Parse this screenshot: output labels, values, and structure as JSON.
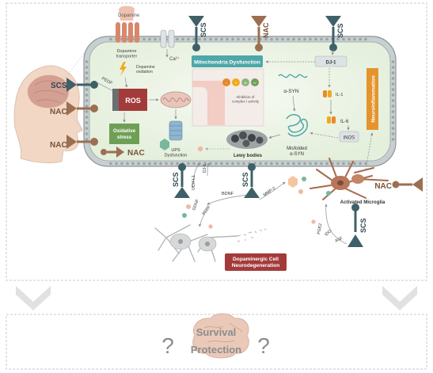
{
  "top": {
    "dopamine": "Dopamine",
    "transporter": "Dopamine transporter",
    "oxidation": "Dopamine oxidation",
    "ca": "Ca²⁺",
    "pede": "PEDF"
  },
  "interventions": {
    "scs": "SCS",
    "nac": "NAC"
  },
  "cell": {
    "ros": "ROS",
    "oxidative_stress": "Oxidative stress",
    "mito_dysfunction": "Mitochondria Dysfunction",
    "complex_inhibition": "Inhibition of complex I activity",
    "ups_dysfunction": "UPS Dysfunction",
    "lewy_bodies": "Lewy bodies",
    "alpha_syn": "α-SYN",
    "misfolded": "Misfolded α-SYN",
    "dj1": "DJ-1",
    "il1": "IL-1",
    "il6": "IL-6",
    "inos": "iNOS",
    "neuroinflammation": "Neuroinflammation"
  },
  "lower": {
    "uch_l1": "UCH-L1",
    "dj1_arrow": "DJ-1",
    "bdnf": "BDNF",
    "gdnf": "GDNF",
    "pedf": "PEDF",
    "mmp": "MMP-2",
    "activated_microglia": "Activated Microglia",
    "pge2": "PGE2",
    "ido": "IDO",
    "asf": "ASF",
    "neurodegeneration": "Dopaminergic Cell Neurodegeneration"
  },
  "outcome": {
    "q_left": "?",
    "q_right": "?",
    "survival": "Survival",
    "protection": "Protection"
  },
  "colors": {
    "scs": "#3f6068",
    "nac": "#9c6f52",
    "ros": "#a33b3a",
    "green": "#6f9f55",
    "teal": "#4ea7a8",
    "orange": "#e3942c",
    "membrane": "#a8b0b2",
    "cyto": "#eef5ea"
  }
}
